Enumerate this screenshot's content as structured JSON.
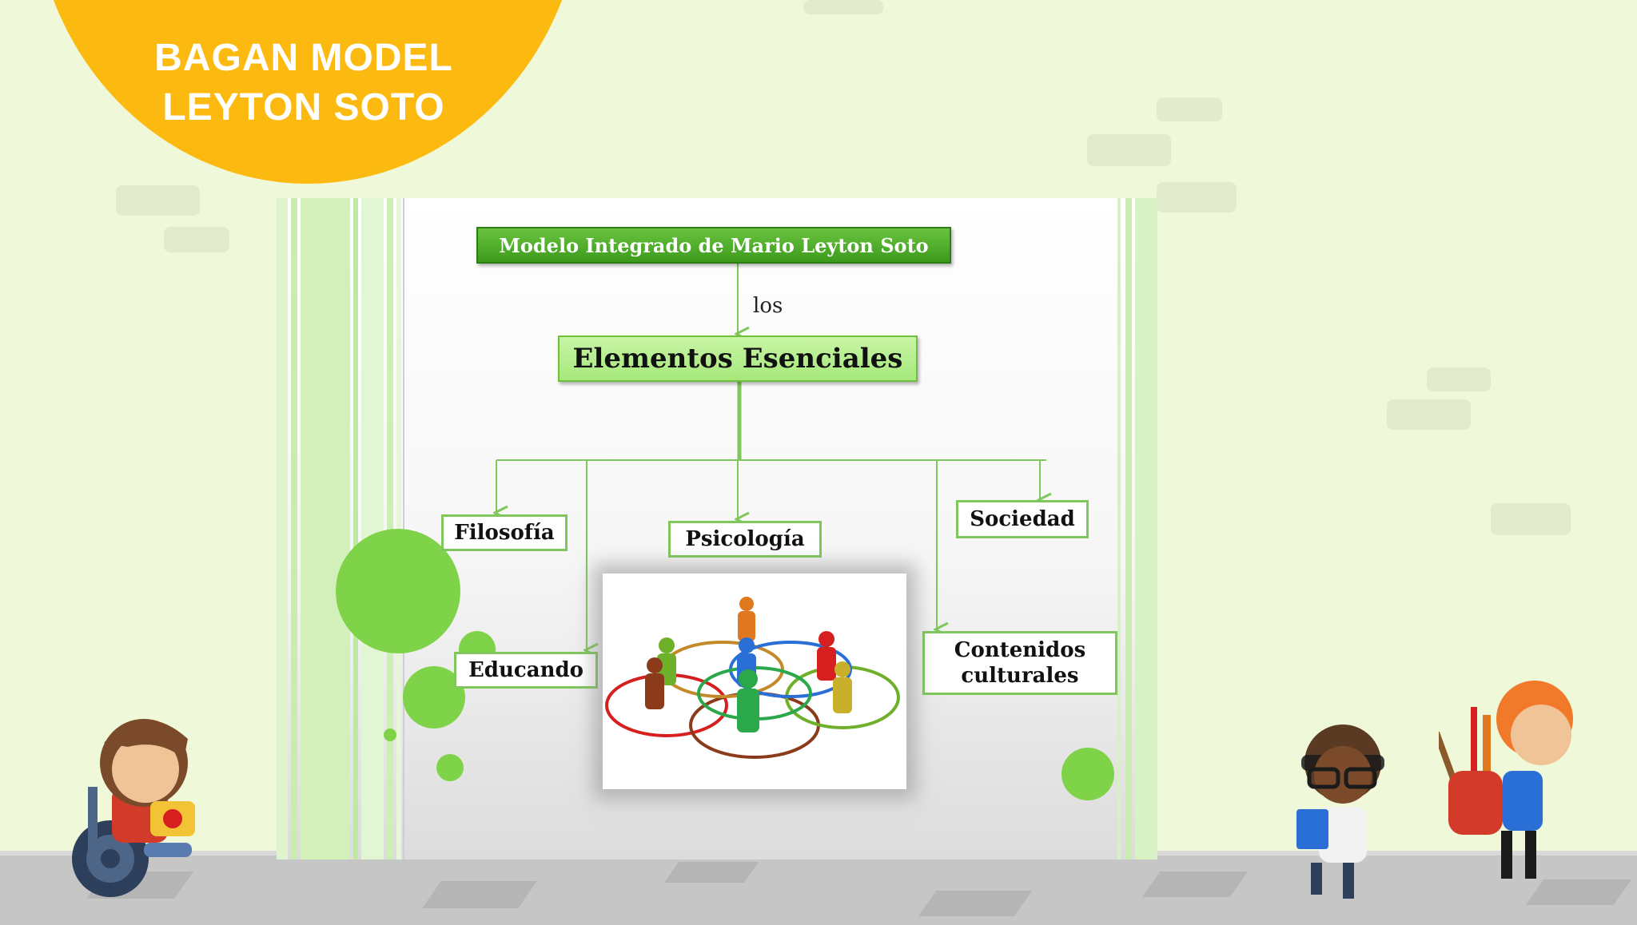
{
  "title": {
    "line1": "BAGAN MODEL",
    "line2": "LEYTON SOTO"
  },
  "diagram": {
    "top_node": "Modelo Integrado de Mario Leyton Soto",
    "connector_label": "los",
    "central_node": "Elementos Esenciales",
    "nodes": {
      "filosofia": "Filosofía",
      "psicologia": "Psicología",
      "sociedad": "Sociedad",
      "educando": "Educando",
      "contenidos_line1": "Contenidos",
      "contenidos_line2": "culturales"
    }
  },
  "colors": {
    "title_circle": "#fcb90f",
    "accent_green": "#7ed348",
    "background": "#eff8d9",
    "road": "#c6c6c6"
  },
  "icons": {
    "photo": "people-network-image",
    "left_character": "child-wheelchair-illustration",
    "middle_character": "child-glasses-book-illustration",
    "right_character": "child-backpack-illustration"
  }
}
